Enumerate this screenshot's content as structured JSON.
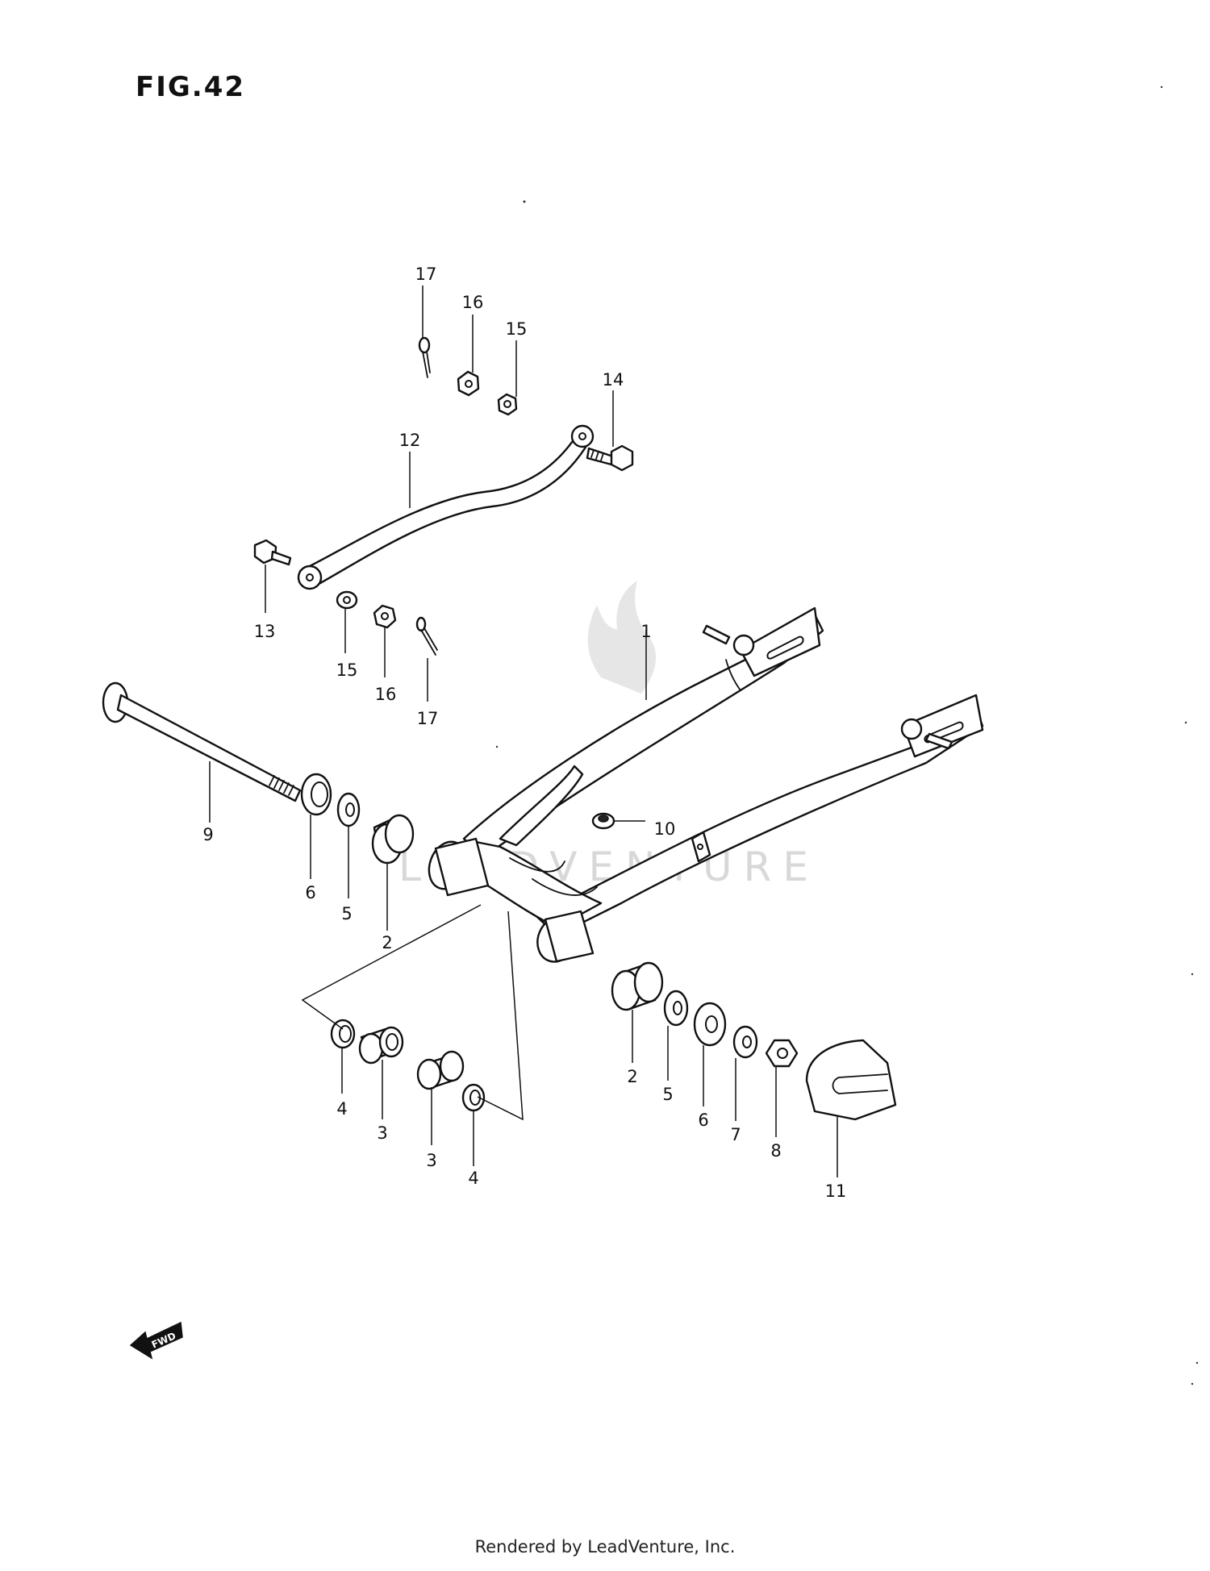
{
  "figure": {
    "title": "FIG.42"
  },
  "watermark": "LEADVENTURE",
  "fwd_label": "FWD",
  "footer": "Rendered by LeadVenture, Inc.",
  "callouts": [
    "17",
    "16",
    "15",
    "14",
    "12",
    "13",
    "15",
    "16",
    "17",
    "1",
    "9",
    "10",
    "6",
    "5",
    "2",
    "4",
    "3",
    "3",
    "4",
    "2",
    "5",
    "6",
    "7",
    "8",
    "11"
  ]
}
